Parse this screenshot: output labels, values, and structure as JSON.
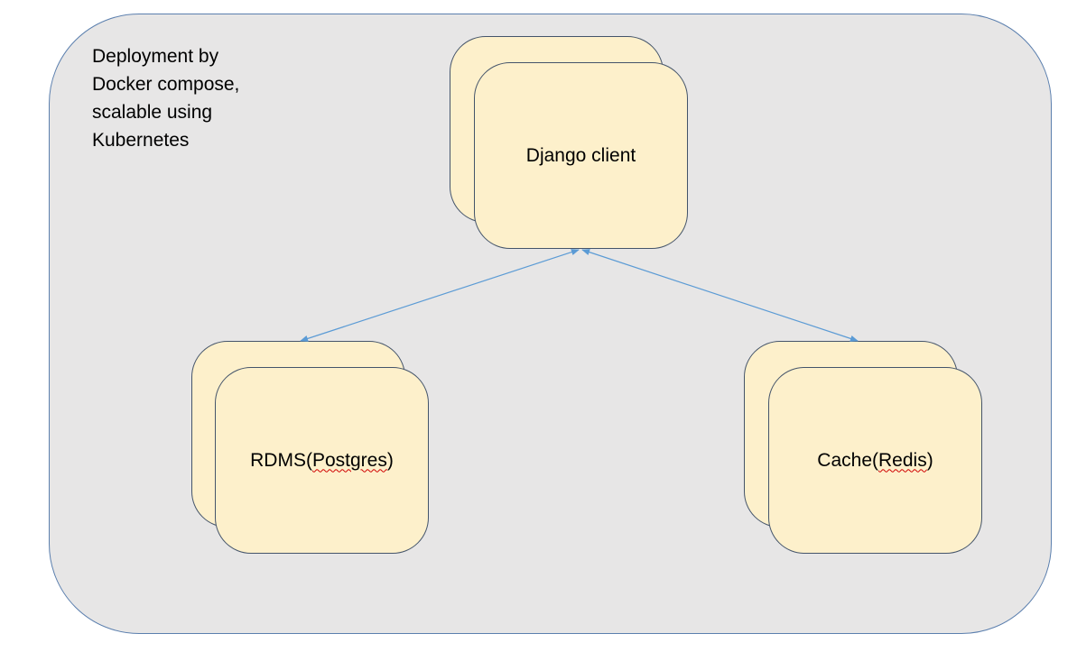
{
  "caption": {
    "lines": [
      "Deployment by",
      "Docker compose,",
      "scalable using",
      "Kubernetes"
    ]
  },
  "nodes": {
    "django": {
      "label": "Django client"
    },
    "rdms": {
      "prefix": "RDMS(",
      "name": "Postgres",
      "suffix": ")"
    },
    "cache": {
      "prefix": "Cache(",
      "name": "Redis",
      "suffix": ")"
    }
  },
  "colors": {
    "container_fill": "#e7e6e6",
    "container_border": "#5b7fae",
    "card_fill": "#fdf0cb",
    "card_border": "#44546a",
    "connector": "#5b9bd5",
    "spellcheck_underline": "#d00000"
  }
}
